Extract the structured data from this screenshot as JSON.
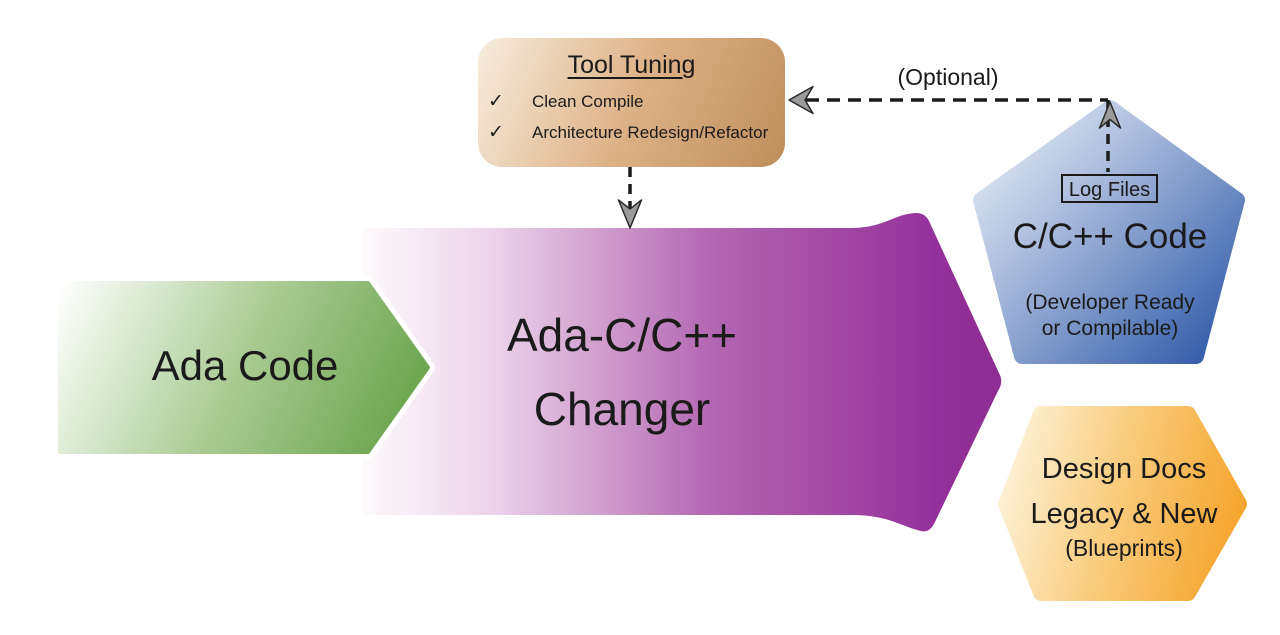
{
  "nodes": {
    "ada_code": {
      "label": "Ada Code"
    },
    "changer": {
      "line1": "Ada-C/C++",
      "line2": "Changer"
    },
    "tool_tuning": {
      "title": "Tool Tuning",
      "check_icon": "✓",
      "items": [
        "Clean Compile",
        "Architecture Redesign/Refactor"
      ]
    },
    "cpp_code": {
      "badge": "Log Files",
      "title": "C/C++ Code",
      "subtitle_line1": "(Developer Ready",
      "subtitle_line2": "or Compilable)"
    },
    "design_docs": {
      "line1": "Design Docs",
      "line2": "Legacy & New",
      "line3": "(Blueprints)"
    }
  },
  "annotations": {
    "optional": "(Optional)"
  },
  "colors": {
    "green_dark": "#649f45",
    "purple_dark": "#94309a",
    "blue_dark": "#2652a4",
    "tan_dark": "#bf8e5c",
    "orange_dark": "#f5a329",
    "text_color": "#1a1a1a",
    "connector": "#1c1c1c",
    "arrowhead_fill": "#9b9b9b"
  }
}
